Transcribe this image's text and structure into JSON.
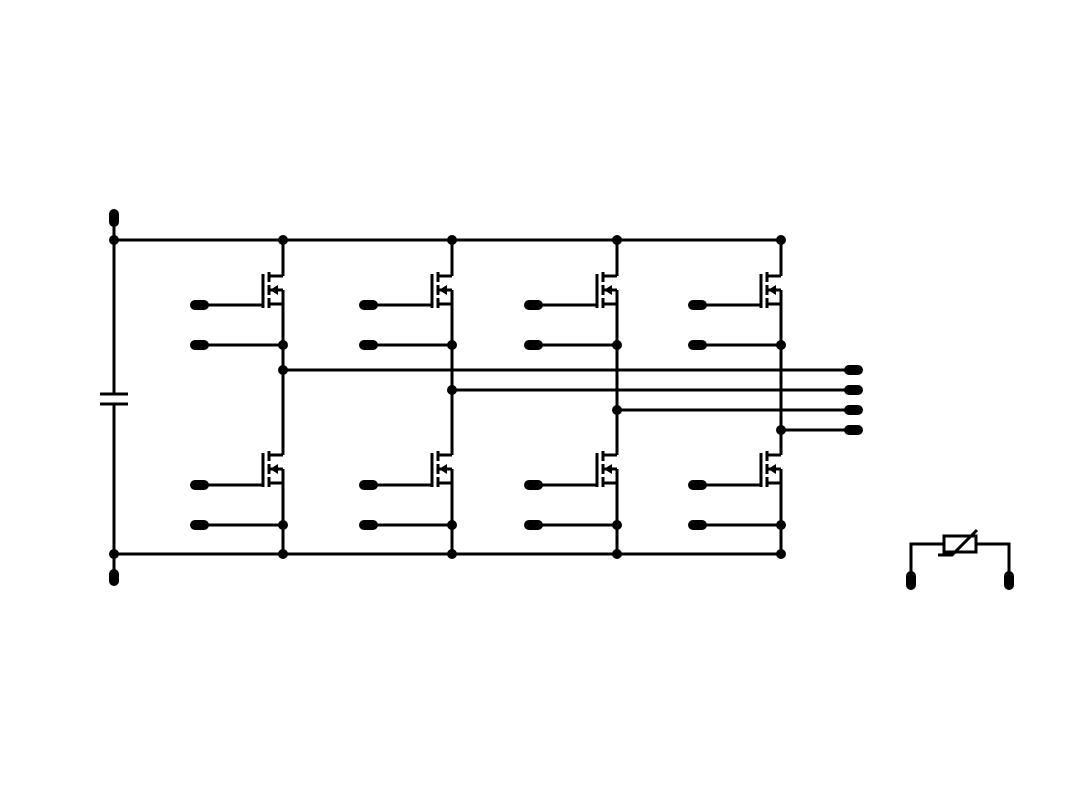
{
  "diagram": {
    "type": "circuit-schematic",
    "colors": {
      "wire": "#000000",
      "background": "#ffffff"
    },
    "components": [
      {
        "kind": "capacitor",
        "name": "dc-link-capacitor"
      },
      {
        "kind": "mosfet",
        "leg": 1,
        "position": "high-side"
      },
      {
        "kind": "mosfet",
        "leg": 2,
        "position": "high-side"
      },
      {
        "kind": "mosfet",
        "leg": 3,
        "position": "high-side"
      },
      {
        "kind": "mosfet",
        "leg": 4,
        "position": "high-side"
      },
      {
        "kind": "mosfet",
        "leg": 1,
        "position": "low-side"
      },
      {
        "kind": "mosfet",
        "leg": 2,
        "position": "low-side"
      },
      {
        "kind": "mosfet",
        "leg": 3,
        "position": "low-side"
      },
      {
        "kind": "mosfet",
        "leg": 4,
        "position": "low-side"
      },
      {
        "kind": "thermistor",
        "name": "ntc-thermistor"
      }
    ],
    "legs": 4,
    "outputs": 4,
    "terminals": [
      "dc-positive",
      "dc-negative",
      "phase-output-1",
      "phase-output-2",
      "phase-output-3",
      "phase-output-4",
      "thermistor-terminal-1",
      "thermistor-terminal-2"
    ]
  }
}
